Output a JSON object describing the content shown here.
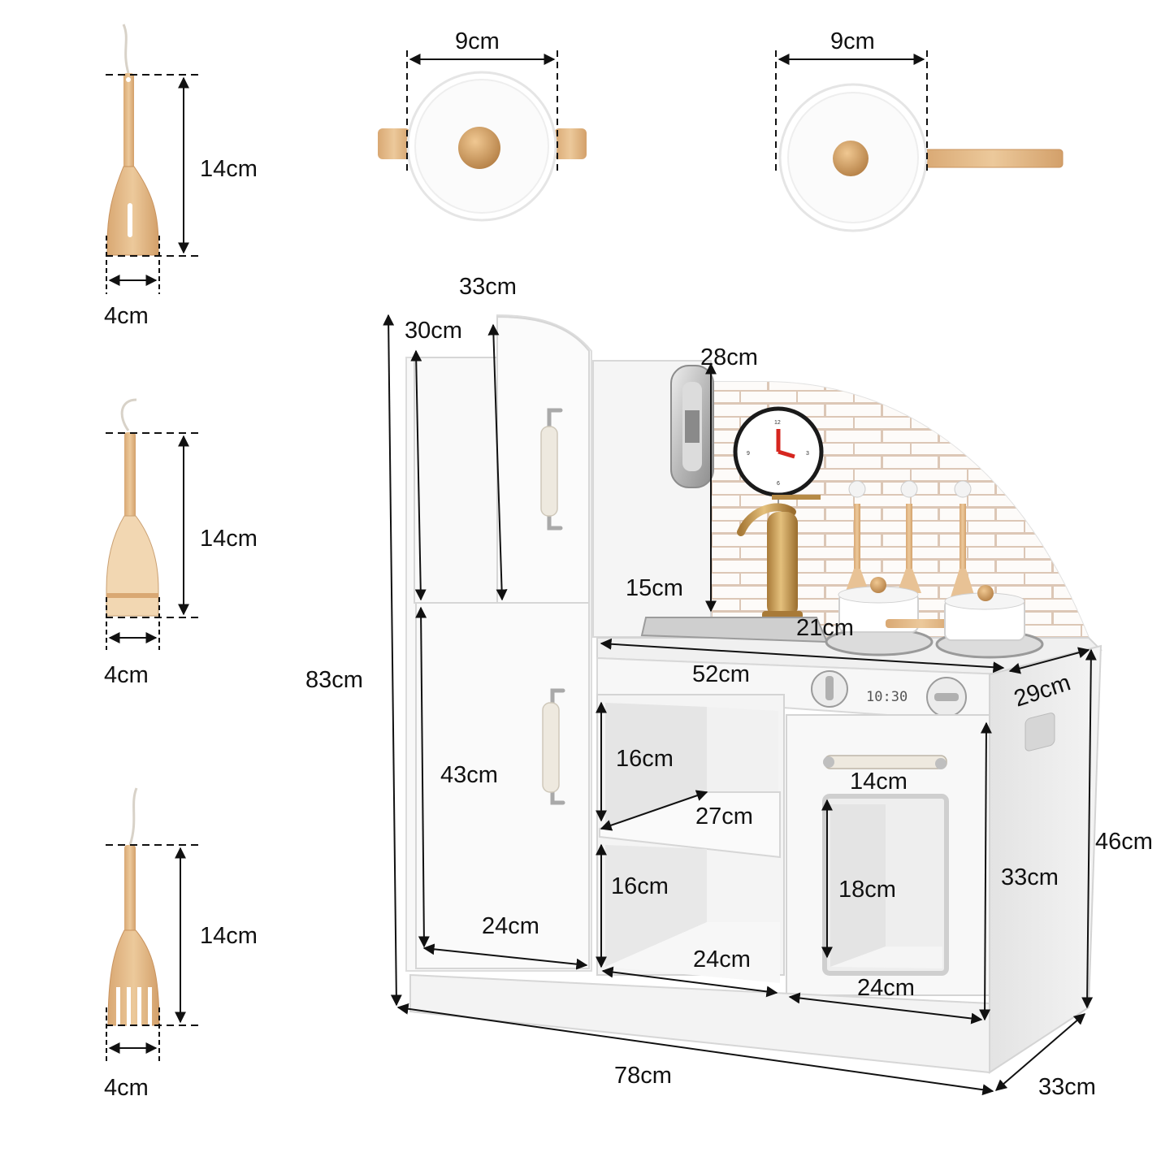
{
  "colors": {
    "panel_white": "#f7f7f7",
    "panel_shade": "#e6e6e6",
    "wood": "#e2b98a",
    "wood_dark": "#c99462",
    "gold_faucet": "#c89a52",
    "clock_hand": "#d6261f",
    "tile_grout": "#d9c4b4",
    "line": "#111111"
  },
  "icons": {
    "spatula": "slotted-spatula-icon",
    "spoon": "flat-spoon-icon",
    "fork": "wooden-fork-icon",
    "pot": "pot-with-lid-icon",
    "pan": "saucepan-icon",
    "phone": "toy-phone-icon",
    "clock": "wall-clock-icon",
    "faucet": "faucet-icon"
  },
  "labels": {
    "utensil1_height": "14cm",
    "utensil1_width": "4cm",
    "utensil2_height": "14cm",
    "utensil2_width": "4cm",
    "utensil3_height": "14cm",
    "utensil3_width": "4cm",
    "pot_diameter": "9cm",
    "pan_diameter": "9cm",
    "fridge_width": "33cm",
    "freezer_height": "30cm",
    "phone_panel_height": "28cm",
    "total_height": "83cm",
    "backsplash_height": "15cm",
    "sink_depth": "21cm",
    "counter_width": "52cm",
    "counter_depth": "29cm",
    "fridge_height": "43cm",
    "fridge_bottom_width": "24cm",
    "shelf_upper_height": "16cm",
    "shelf_depth": "27cm",
    "shelf_lower_height": "16cm",
    "shelf_width": "24cm",
    "oven_handle_width": "14cm",
    "oven_window_height": "18cm",
    "oven_height": "33cm",
    "oven_width": "24cm",
    "stove_height": "46cm",
    "total_width": "78cm",
    "total_depth": "33cm",
    "timer_display": "10:30",
    "clock_numerals": [
      "12",
      "3",
      "6",
      "9"
    ]
  }
}
